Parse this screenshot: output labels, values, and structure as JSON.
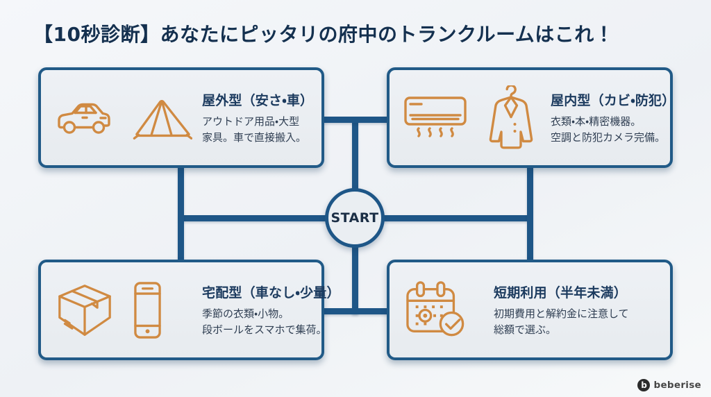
{
  "title": "【10秒診断】あなたにピッタリの府中のトランクルームはこれ！",
  "start_label": "START",
  "cards": [
    {
      "id": "outdoor",
      "title": "屋外型（安さ・車）",
      "desc_line1": "アウトドア用品・大型",
      "desc_line2": "家具。車で直接搬入。",
      "icons": [
        "car-icon",
        "tent-icon"
      ]
    },
    {
      "id": "indoor",
      "title": "屋内型（カビ・防犯）",
      "desc_line1": "衣類・本・精密機器。",
      "desc_line2": "空調と防犯カメラ完備。",
      "icons": [
        "air-conditioner-icon",
        "coat-hanger-icon"
      ]
    },
    {
      "id": "delivery",
      "title": "宅配型（車なし・少量）",
      "desc_line1": "季節の衣類・小物。",
      "desc_line2": "段ボールをスマホで集荷。",
      "icons": [
        "cardboard-box-icon",
        "smartphone-icon"
      ]
    },
    {
      "id": "short-term",
      "title": "短期利用（半年未満）",
      "desc_line1": "初期費用と解約金に注意して",
      "desc_line2": "総額で選ぶ。",
      "icons": [
        "calendar-check-icon"
      ]
    }
  ],
  "logo": {
    "mark": "b",
    "text": "beberise"
  },
  "colors": {
    "accent_blue": "#1e5687",
    "icon_orange": "#d08a42",
    "title_navy": "#14304f",
    "card_bg": "#e9edf1",
    "background": "#f1f4f7"
  }
}
